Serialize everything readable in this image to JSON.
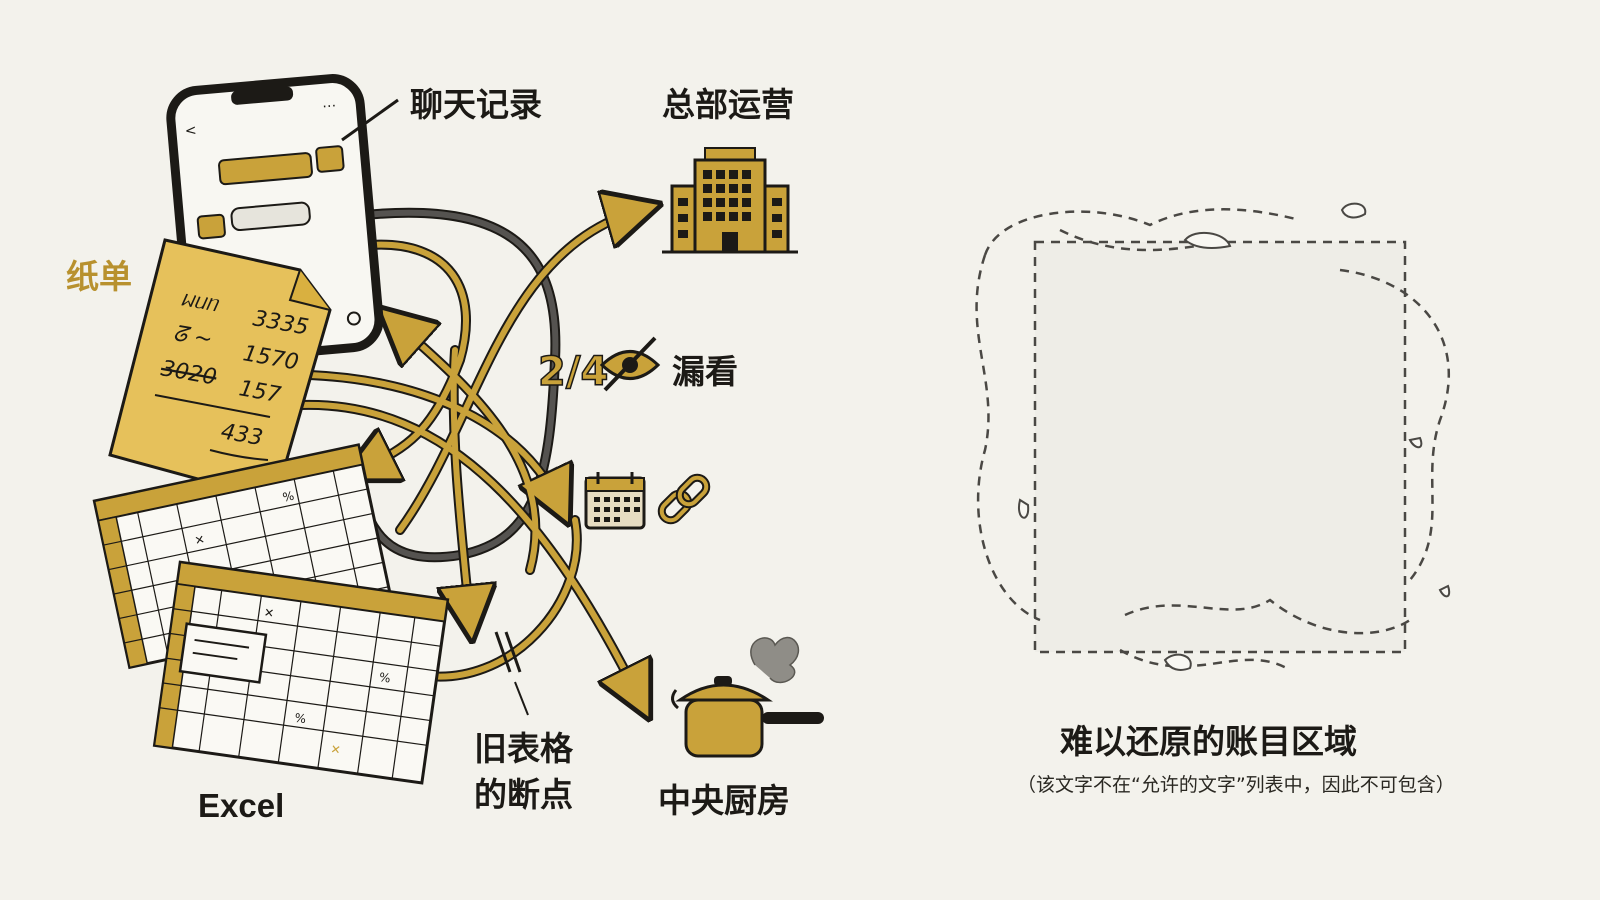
{
  "labels": {
    "chat_records": "聊天记录",
    "headquarters": "总部运营",
    "paper_slips": "纸单",
    "missed": "漏看",
    "old_sheet_line1": "旧表格",
    "old_sheet_line2": "的断点",
    "central_kitchen": "中央厨房",
    "excel": "Excel",
    "unrecoverable_region": "难以还原的账目区域",
    "note": "（该文字不在“允许的文字”列表中，因此不可包含）"
  },
  "receipt": {
    "lines": [
      "3335",
      "1570",
      "157",
      "433"
    ],
    "struck": "3020"
  },
  "badge_fraction": "2/4",
  "colors": {
    "background": "#f3f2ec",
    "gold": "#c9a23a",
    "gold_dark": "#8a6a16",
    "ink": "#1c1a16",
    "grey_line": "#555350"
  },
  "icons": [
    "phone-icon",
    "building-icon",
    "eye-slash-icon",
    "calendar-icon",
    "link-icon",
    "pot-icon",
    "receipt-icon",
    "spreadsheet-icon"
  ]
}
